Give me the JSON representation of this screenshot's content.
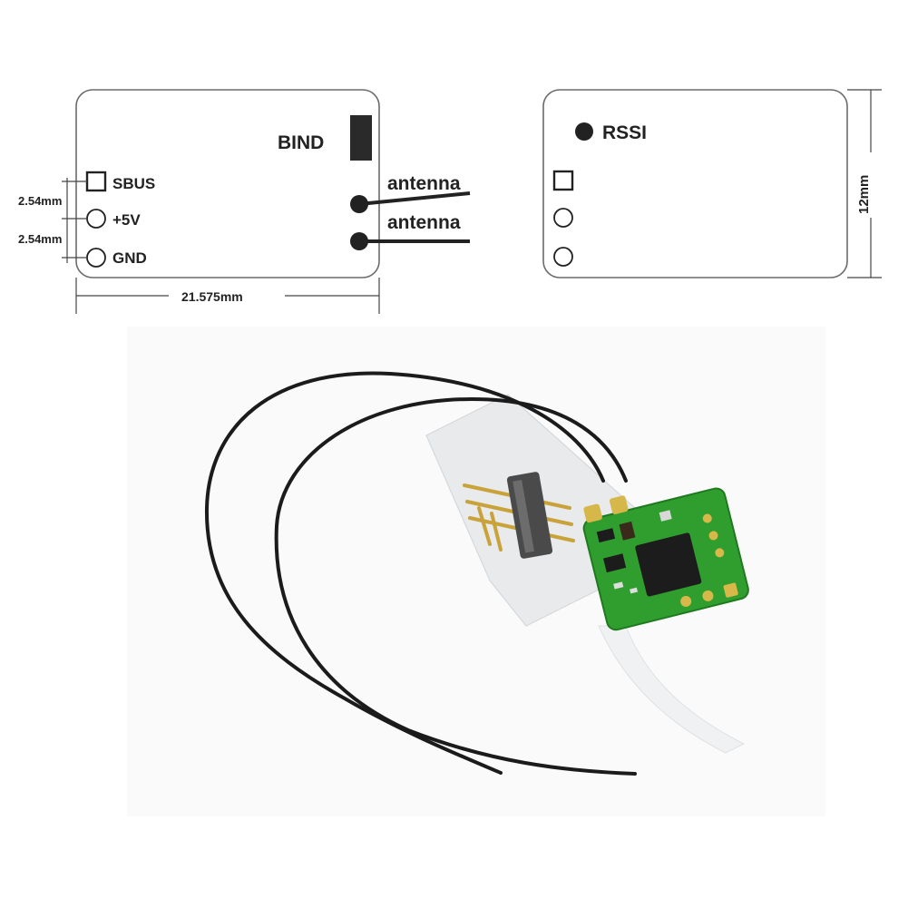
{
  "left_diagram": {
    "bind_label": "BIND",
    "pins": [
      "SBUS",
      "+5V",
      "GND"
    ],
    "antenna_labels": [
      "antenna",
      "antenna"
    ],
    "pin_pitch_label_1": "2.54mm",
    "pin_pitch_label_2": "2.54mm",
    "width_label": "21.575mm"
  },
  "right_diagram": {
    "rssi_label": "RSSI",
    "height_label": "12mm"
  },
  "colors": {
    "outline": "#6b6b6b",
    "ink": "#222222",
    "pcb_green": "#2f9e2f",
    "pin_gold": "#c9a33a",
    "antenna_wire": "#1b1b1b"
  }
}
